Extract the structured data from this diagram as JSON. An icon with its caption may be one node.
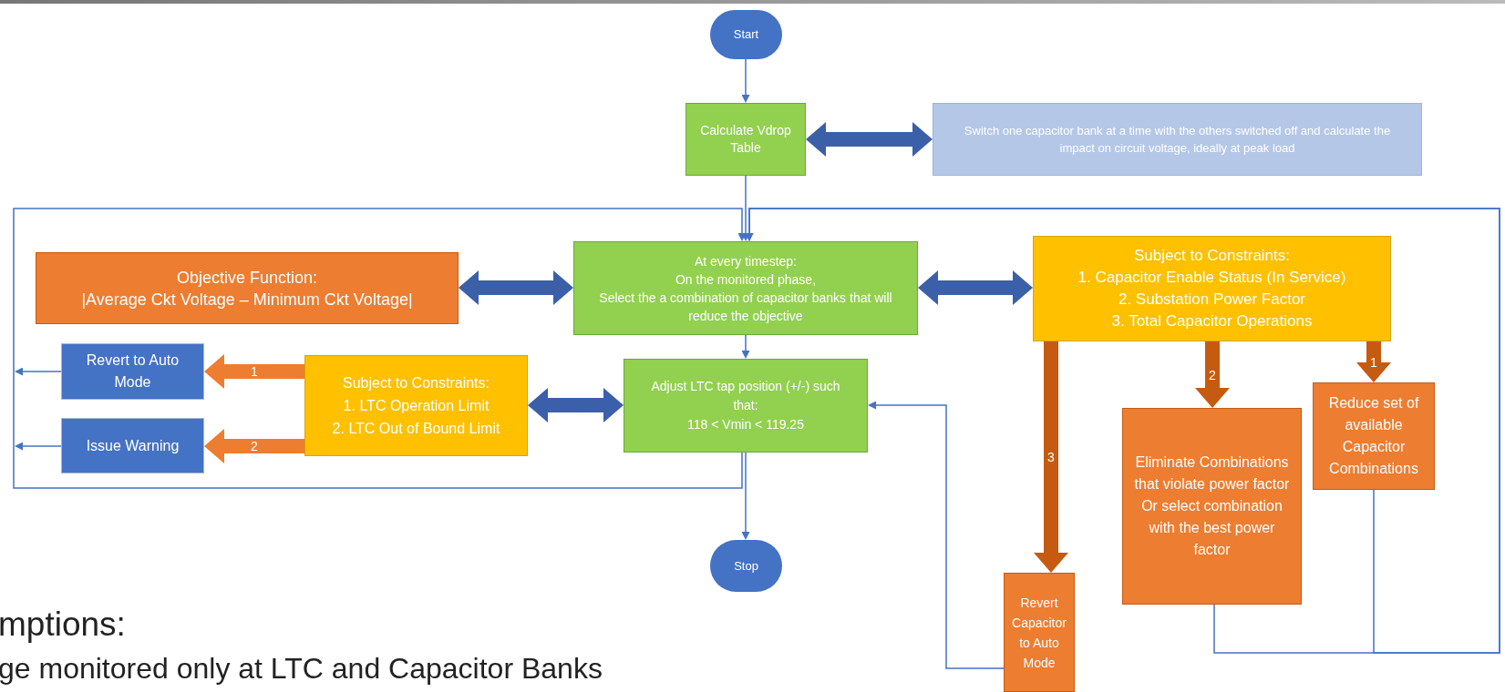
{
  "diagram": {
    "nodes": [
      {
        "text": [
          "Start"
        ]
      },
      {
        "text": [
          "Calculate Vdrop Table"
        ]
      },
      {
        "text": [
          "Switch one capacitor bank at a time with the others switched off and calculate the impact on circuit voltage, ideally at peak load"
        ]
      },
      {
        "text": [
          "Objective Function:",
          "|Average Ckt Voltage – Minimum Ckt Voltage|"
        ]
      },
      {
        "text": [
          "At every timestep:",
          "On the monitored phase,",
          "Select the a combination of capacitor banks that will reduce the objective"
        ]
      },
      {
        "text": [
          "Subject to Constraints:",
          "1. Capacitor Enable Status (In Service)",
          "2. Substation Power Factor",
          "3. Total Capacitor Operations"
        ]
      },
      {
        "text": [
          "Revert to Auto Mode"
        ]
      },
      {
        "text": [
          "Subject to Constraints:",
          "1. LTC Operation Limit",
          "2. LTC Out of Bound Limit"
        ]
      },
      {
        "text": [
          "Adjust LTC tap position (+/-) such that:",
          "118 < Vmin < 119.25"
        ]
      },
      {
        "text": [
          "Issue Warning"
        ]
      },
      {
        "text": [
          "Eliminate Combinations that violate power factor Or select combination with the best power factor"
        ]
      },
      {
        "text": [
          "Reduce set of available Capacitor Combinations"
        ]
      },
      {
        "text": [
          "Stop"
        ]
      },
      {
        "text": [
          "Revert Capacitor to Auto Mode"
        ]
      }
    ],
    "edges": [
      {
        "from": 0,
        "to": 1,
        "arrow": "to"
      },
      {
        "from": 1,
        "to": 2,
        "arrow": "both",
        "style": "thick",
        "color": "#3c5fa9"
      },
      {
        "from": 1,
        "to": 4,
        "arrow": "to"
      },
      {
        "from": 3,
        "to": 4,
        "arrow": "both",
        "style": "thick",
        "color": "#3c5fa9"
      },
      {
        "from": 4,
        "to": 5,
        "arrow": "both",
        "style": "thick",
        "color": "#3c5fa9"
      },
      {
        "from": 4,
        "to": 8,
        "arrow": "to"
      },
      {
        "from": 7,
        "to": 6,
        "arrow": "to",
        "label": "1",
        "style": "thick",
        "color": "#ed7d31"
      },
      {
        "from": 7,
        "to": 9,
        "arrow": "to",
        "label": "2",
        "style": "thick",
        "color": "#ed7d31"
      },
      {
        "from": 7,
        "to": 8,
        "arrow": "both",
        "style": "thick",
        "color": "#3c5fa9"
      },
      {
        "from": 8,
        "to": 12,
        "arrow": "to"
      },
      {
        "from": 8,
        "to": 4,
        "arrow": "to"
      },
      {
        "from": 6,
        "to": null,
        "arrow": "to"
      },
      {
        "from": 9,
        "to": null,
        "arrow": "to"
      },
      {
        "from": 5,
        "to": 13,
        "arrow": "to",
        "label": "3",
        "style": "thick",
        "color": "#c55a11"
      },
      {
        "from": 5,
        "to": 10,
        "arrow": "to",
        "label": "2",
        "style": "thick",
        "color": "#c55a11"
      },
      {
        "from": 5,
        "to": 11,
        "arrow": "to",
        "label": "1",
        "style": "thick",
        "color": "#c55a11"
      },
      {
        "from": 13,
        "to": 8,
        "arrow": "to"
      },
      {
        "from": 10,
        "to": 4,
        "arrow": "to"
      },
      {
        "from": 11,
        "to": 4,
        "arrow": "to"
      }
    ],
    "labels": [
      "mptions:",
      "ge monitored only at LTC and Capacitor Banks"
    ]
  }
}
